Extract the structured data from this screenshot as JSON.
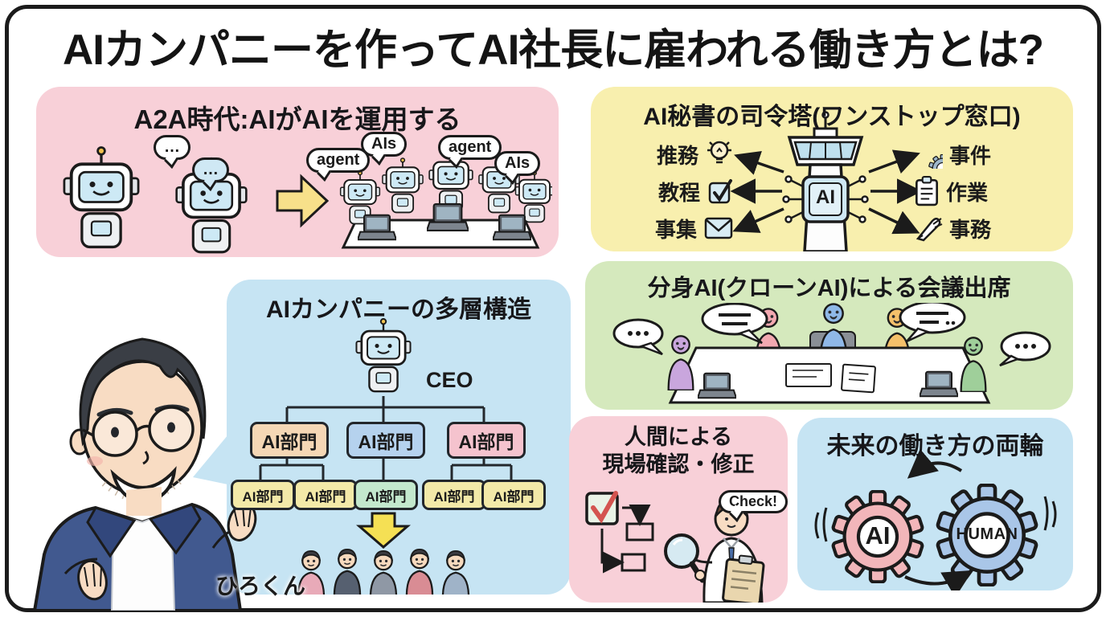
{
  "page": {
    "title": "AIカンパニーを作ってAI社長に雇われる働き方とは?"
  },
  "character": {
    "name": "ひろくん"
  },
  "panels": {
    "a2a": {
      "title": "A2A時代:AIがAIを運用する",
      "chat_dots": [
        "…",
        "…"
      ],
      "bubbles": [
        "agent",
        "AIs",
        "agent",
        "AIs"
      ]
    },
    "secretary": {
      "title": "AI秘書の司令塔(ワンストップ窓口)",
      "tower_chip": "AI",
      "left_items": [
        {
          "label": "推務",
          "icon": "lightbulb-icon"
        },
        {
          "label": "教程",
          "icon": "checkbox-icon"
        },
        {
          "label": "事集",
          "icon": "envelope-icon"
        }
      ],
      "right_items": [
        {
          "label": "事件",
          "icon": "gear-icon"
        },
        {
          "label": "作業",
          "icon": "clipboard-icon"
        },
        {
          "label": "事務",
          "icon": "pen-icon"
        }
      ]
    },
    "clone": {
      "title": "分身AI(クローンAI)による会議出席"
    },
    "structure": {
      "title": "AIカンパニーの多層構造",
      "ceo_label": "CEO",
      "mid_boxes": [
        "AI部門",
        "AI部門",
        "AI部門"
      ],
      "leaf_boxes": [
        "AI部門",
        "AI部門",
        "AI部門",
        "AI部門",
        "AI部門"
      ]
    },
    "check": {
      "title_line1": "人間による",
      "title_line2": "現場確認・修正",
      "bubble": "Check!"
    },
    "wheels": {
      "title": "未来の働き方の両輪",
      "gear_left_label": "AI",
      "gear_right_label": "HUMAN"
    }
  },
  "colors": {
    "panel_pink": "#f8d0d8",
    "panel_yellow": "#f8efae",
    "panel_green": "#d5e9bd",
    "panel_blue": "#c6e4f3",
    "arrow_yellow": "#f7e08a",
    "gear_pink": "#f2b6ba",
    "gear_blue": "#a9c6e8"
  }
}
